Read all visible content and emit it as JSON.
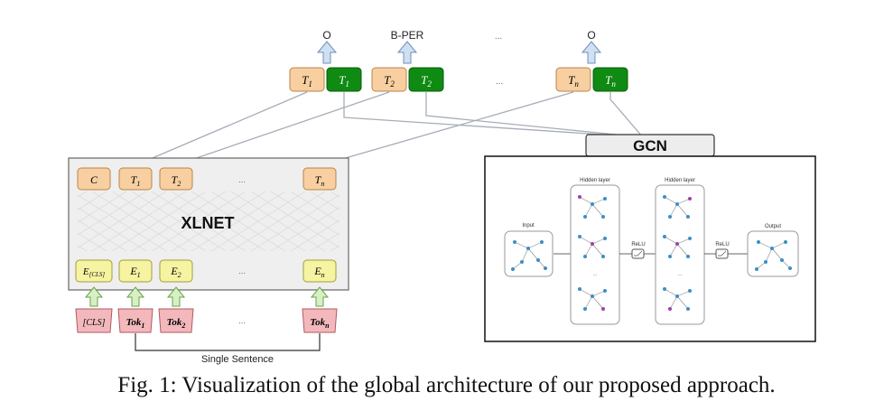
{
  "outputs": {
    "o1": "O",
    "bper": "B-PER",
    "dots": "...",
    "on": "O"
  },
  "top_tokens": {
    "t1": "T",
    "t1_sub": "1",
    "t2": "T",
    "t2_sub": "2",
    "tn": "T",
    "tn_sub": "n",
    "dots": "..."
  },
  "gcn": {
    "label": "GCN",
    "input": "Input",
    "hidden1": "Hidden layer",
    "hidden2": "Hidden layer",
    "relu1": "ReLU",
    "relu2": "ReLU",
    "output": "Output"
  },
  "xlnet": {
    "label": "XLNET",
    "c": "C",
    "t": "T",
    "sub1": "1",
    "sub2": "2",
    "subn": "n",
    "dots": "...",
    "e_cls": "E",
    "e_cls_sub": "[CLS]",
    "e": "E"
  },
  "inputs": {
    "cls": "[CLS]",
    "tok": "Tok",
    "sub1": "1",
    "sub2": "2",
    "subn": "n",
    "dots": "..."
  },
  "sentence_label": "Single Sentence",
  "caption": "Fig. 1: Visualization of the global architecture of our proposed approach.",
  "colors": {
    "orange": "#f7cfa0",
    "green": "#0f8a12",
    "yellow": "#f6f3a2",
    "pink": "#f3b8bc",
    "arrow": "#cfe0f2",
    "input_arrow": "#d6f0c4"
  }
}
